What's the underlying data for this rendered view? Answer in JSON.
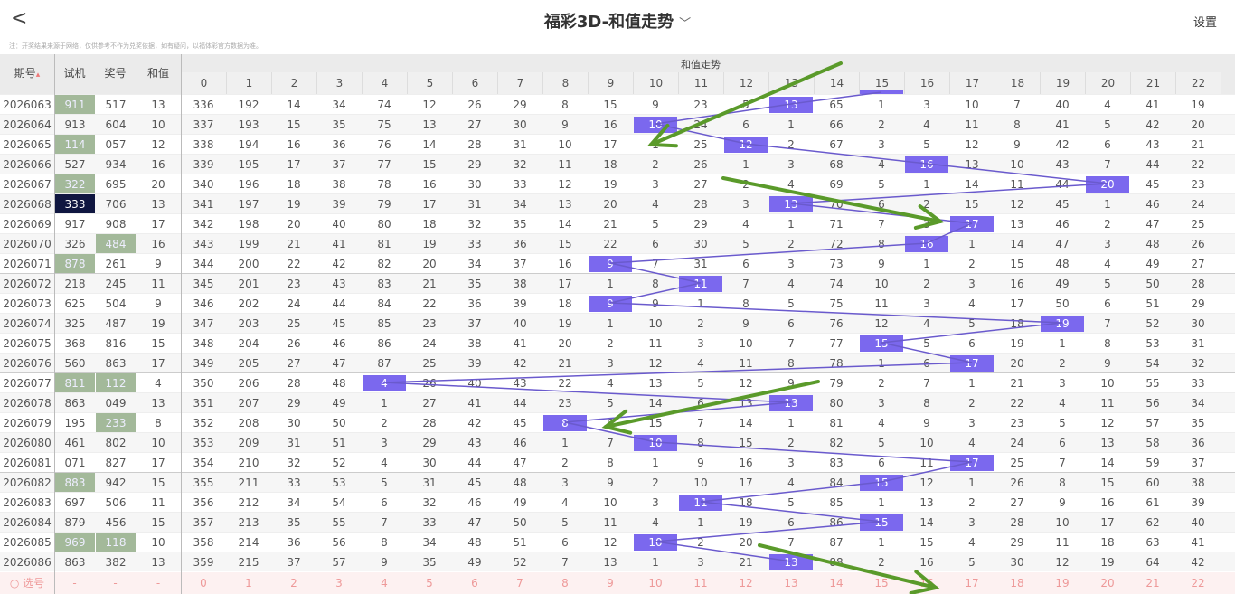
{
  "header": {
    "title": "福彩3D-和值走势",
    "settings": "设置",
    "back": "<"
  },
  "note": "注：开奖结果来源于网络，仅供参考不作为兑奖依据，如有疑问，以福体彩官方数据为准。",
  "columns": {
    "issue": "期号",
    "trial": "试机",
    "draw": "奖号",
    "sum": "和值",
    "trend": "和值走势",
    "numbers": [
      "0",
      "1",
      "2",
      "3",
      "4",
      "5",
      "6",
      "7",
      "8",
      "9",
      "10",
      "11",
      "12",
      "13",
      "14",
      "15",
      "16",
      "17",
      "18",
      "19",
      "20",
      "21",
      "22"
    ]
  },
  "colors": {
    "hit": "#7b68ee",
    "green": "#a3b99a",
    "navy": "#0f1640",
    "line": "#6a5acd",
    "arrow": "#5a9a2a"
  },
  "rows": [
    {
      "issue": "2026063",
      "trial": "911",
      "draw": "517",
      "sum": "13",
      "th": "g",
      "v": [
        336,
        192,
        14,
        34,
        74,
        12,
        26,
        29,
        8,
        15,
        9,
        23,
        5,
        13,
        65,
        1,
        3,
        10,
        7,
        40,
        4,
        41,
        19
      ]
    },
    {
      "issue": "2026064",
      "trial": "913",
      "draw": "604",
      "sum": "10",
      "v": [
        337,
        193,
        15,
        35,
        75,
        13,
        27,
        30,
        9,
        16,
        10,
        24,
        6,
        1,
        66,
        2,
        4,
        11,
        8,
        41,
        5,
        42,
        20
      ]
    },
    {
      "issue": "2026065",
      "trial": "114",
      "draw": "057",
      "sum": "12",
      "th": "g",
      "v": [
        338,
        194,
        16,
        36,
        76,
        14,
        28,
        31,
        10,
        17,
        1,
        25,
        12,
        2,
        67,
        3,
        5,
        12,
        9,
        42,
        6,
        43,
        21
      ]
    },
    {
      "issue": "2026066",
      "trial": "527",
      "draw": "934",
      "sum": "16",
      "v": [
        339,
        195,
        17,
        37,
        77,
        15,
        29,
        32,
        11,
        18,
        2,
        26,
        1,
        3,
        68,
        4,
        16,
        13,
        10,
        43,
        7,
        44,
        22
      ]
    },
    {
      "issue": "2026067",
      "trial": "322",
      "draw": "695",
      "sum": "20",
      "th": "g",
      "v": [
        340,
        196,
        18,
        38,
        78,
        16,
        30,
        33,
        12,
        19,
        3,
        27,
        2,
        4,
        69,
        5,
        1,
        14,
        11,
        44,
        20,
        45,
        23
      ]
    },
    {
      "issue": "2026068",
      "trial": "333",
      "draw": "706",
      "sum": "13",
      "th": "n",
      "v": [
        341,
        197,
        19,
        39,
        79,
        17,
        31,
        34,
        13,
        20,
        4,
        28,
        3,
        13,
        70,
        6,
        2,
        15,
        12,
        45,
        1,
        46,
        24
      ]
    },
    {
      "issue": "2026069",
      "trial": "917",
      "draw": "908",
      "sum": "17",
      "v": [
        342,
        198,
        20,
        40,
        80,
        18,
        32,
        35,
        14,
        21,
        5,
        29,
        4,
        1,
        71,
        7,
        3,
        17,
        13,
        46,
        2,
        47,
        25
      ]
    },
    {
      "issue": "2026070",
      "trial": "326",
      "draw": "484",
      "sum": "16",
      "dh": "g",
      "v": [
        343,
        199,
        21,
        41,
        81,
        19,
        33,
        36,
        15,
        22,
        6,
        30,
        5,
        2,
        72,
        8,
        16,
        1,
        14,
        47,
        3,
        48,
        26
      ]
    },
    {
      "issue": "2026071",
      "trial": "878",
      "draw": "261",
      "sum": "9",
      "th": "g",
      "v": [
        344,
        200,
        22,
        42,
        82,
        20,
        34,
        37,
        16,
        9,
        7,
        31,
        6,
        3,
        73,
        9,
        1,
        2,
        15,
        48,
        4,
        49,
        27
      ]
    },
    {
      "issue": "2026072",
      "trial": "218",
      "draw": "245",
      "sum": "11",
      "v": [
        345,
        201,
        23,
        43,
        83,
        21,
        35,
        38,
        17,
        1,
        8,
        11,
        7,
        4,
        74,
        10,
        2,
        3,
        16,
        49,
        5,
        50,
        28
      ]
    },
    {
      "issue": "2026073",
      "trial": "625",
      "draw": "504",
      "sum": "9",
      "v": [
        346,
        202,
        24,
        44,
        84,
        22,
        36,
        39,
        18,
        9,
        9,
        1,
        8,
        5,
        75,
        11,
        3,
        4,
        17,
        50,
        6,
        51,
        29
      ]
    },
    {
      "issue": "2026074",
      "trial": "325",
      "draw": "487",
      "sum": "19",
      "v": [
        347,
        203,
        25,
        45,
        85,
        23,
        37,
        40,
        19,
        1,
        10,
        2,
        9,
        6,
        76,
        12,
        4,
        5,
        18,
        19,
        7,
        52,
        30
      ]
    },
    {
      "issue": "2026075",
      "trial": "368",
      "draw": "816",
      "sum": "15",
      "v": [
        348,
        204,
        26,
        46,
        86,
        24,
        38,
        41,
        20,
        2,
        11,
        3,
        10,
        7,
        77,
        15,
        5,
        6,
        19,
        1,
        8,
        53,
        31
      ]
    },
    {
      "issue": "2026076",
      "trial": "560",
      "draw": "863",
      "sum": "17",
      "v": [
        349,
        205,
        27,
        47,
        87,
        25,
        39,
        42,
        21,
        3,
        12,
        4,
        11,
        8,
        78,
        1,
        6,
        17,
        20,
        2,
        9,
        54,
        32
      ]
    },
    {
      "issue": "2026077",
      "trial": "811",
      "draw": "112",
      "sum": "4",
      "th": "g",
      "dh": "g",
      "v": [
        350,
        206,
        28,
        48,
        4,
        26,
        40,
        43,
        22,
        4,
        13,
        5,
        12,
        9,
        79,
        2,
        7,
        1,
        21,
        3,
        10,
        55,
        33
      ]
    },
    {
      "issue": "2026078",
      "trial": "863",
      "draw": "049",
      "sum": "13",
      "v": [
        351,
        207,
        29,
        49,
        1,
        27,
        41,
        44,
        23,
        5,
        14,
        6,
        13,
        13,
        80,
        3,
        8,
        2,
        22,
        4,
        11,
        56,
        34
      ]
    },
    {
      "issue": "2026079",
      "trial": "195",
      "draw": "233",
      "sum": "8",
      "dh": "g",
      "v": [
        352,
        208,
        30,
        50,
        2,
        28,
        42,
        45,
        8,
        6,
        15,
        7,
        14,
        1,
        81,
        4,
        9,
        3,
        23,
        5,
        12,
        57,
        35
      ]
    },
    {
      "issue": "2026080",
      "trial": "461",
      "draw": "802",
      "sum": "10",
      "v": [
        353,
        209,
        31,
        51,
        3,
        29,
        43,
        46,
        1,
        7,
        10,
        8,
        15,
        2,
        82,
        5,
        10,
        4,
        24,
        6,
        13,
        58,
        36
      ]
    },
    {
      "issue": "2026081",
      "trial": "071",
      "draw": "827",
      "sum": "17",
      "v": [
        354,
        210,
        32,
        52,
        4,
        30,
        44,
        47,
        2,
        8,
        1,
        9,
        16,
        3,
        83,
        6,
        11,
        17,
        25,
        7,
        14,
        59,
        37
      ]
    },
    {
      "issue": "2026082",
      "trial": "883",
      "draw": "942",
      "sum": "15",
      "th": "g",
      "v": [
        355,
        211,
        33,
        53,
        5,
        31,
        45,
        48,
        3,
        9,
        2,
        10,
        17,
        4,
        84,
        15,
        12,
        1,
        26,
        8,
        15,
        60,
        38
      ]
    },
    {
      "issue": "2026083",
      "trial": "697",
      "draw": "506",
      "sum": "11",
      "v": [
        356,
        212,
        34,
        54,
        6,
        32,
        46,
        49,
        4,
        10,
        3,
        11,
        18,
        5,
        85,
        1,
        13,
        2,
        27,
        9,
        16,
        61,
        39
      ]
    },
    {
      "issue": "2026084",
      "trial": "879",
      "draw": "456",
      "sum": "15",
      "v": [
        357,
        213,
        35,
        55,
        7,
        33,
        47,
        50,
        5,
        11,
        4,
        1,
        19,
        6,
        86,
        15,
        14,
        3,
        28,
        10,
        17,
        62,
        40
      ]
    },
    {
      "issue": "2026085",
      "trial": "969",
      "draw": "118",
      "sum": "10",
      "th": "g",
      "dh": "g",
      "v": [
        358,
        214,
        36,
        56,
        8,
        34,
        48,
        51,
        6,
        12,
        10,
        2,
        20,
        7,
        87,
        1,
        15,
        4,
        29,
        11,
        18,
        63,
        41
      ]
    },
    {
      "issue": "2026086",
      "trial": "863",
      "draw": "382",
      "sum": "13",
      "v": [
        359,
        215,
        37,
        57,
        9,
        35,
        49,
        52,
        7,
        13,
        1,
        3,
        21,
        13,
        88,
        2,
        16,
        5,
        30,
        12,
        19,
        64,
        42
      ]
    }
  ],
  "select_row": {
    "label": "选号",
    "dash": "-"
  }
}
